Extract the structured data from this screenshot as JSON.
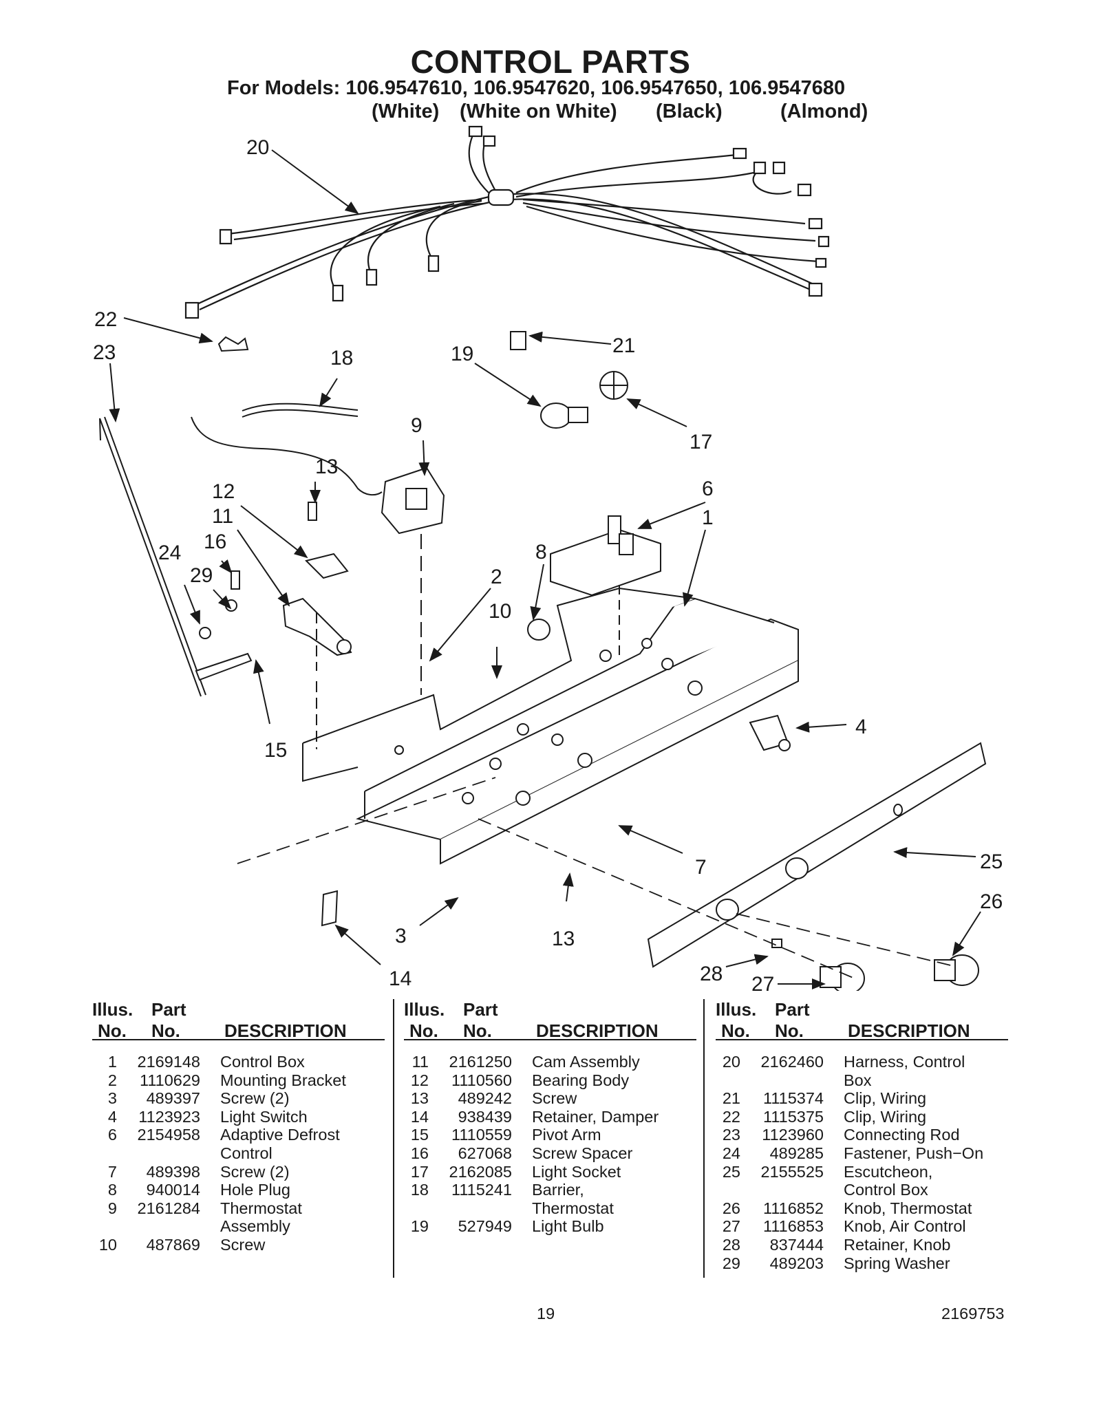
{
  "header": {
    "title": "CONTROL PARTS",
    "models": "For Models: 106.9547610, 106.9547620, 106.9547650, 106.9547680",
    "colors": [
      "(White)",
      "(White on White)",
      "(Black)",
      "(Almond)"
    ]
  },
  "diagram": {
    "callouts": [
      "20",
      "22",
      "23",
      "18",
      "19",
      "21",
      "17",
      "9",
      "13",
      "12",
      "11",
      "16",
      "29",
      "24",
      "6",
      "1",
      "8",
      "2",
      "10",
      "15",
      "4",
      "7",
      "25",
      "26",
      "3",
      "13",
      "14",
      "28",
      "27"
    ]
  },
  "table": {
    "headers": {
      "illus": "Illus.",
      "no": "No.",
      "part": "Part",
      "part_no": "No.",
      "description": "DESCRIPTION"
    },
    "columns": [
      [
        {
          "num": "1",
          "part": "2169148",
          "desc": "Control Box"
        },
        {
          "num": "2",
          "part": "1110629",
          "desc": "Mounting Bracket"
        },
        {
          "num": "3",
          "part": "489397",
          "desc": "Screw (2)"
        },
        {
          "num": "4",
          "part": "1123923",
          "desc": "Light Switch"
        },
        {
          "num": "6",
          "part": "2154958",
          "desc": "Adaptive Defrost Control"
        },
        {
          "num": "7",
          "part": "489398",
          "desc": "Screw (2)"
        },
        {
          "num": "8",
          "part": "940014",
          "desc": "Hole Plug"
        },
        {
          "num": "9",
          "part": "2161284",
          "desc": "Thermostat Assembly"
        },
        {
          "num": "10",
          "part": "487869",
          "desc": "Screw"
        }
      ],
      [
        {
          "num": "11",
          "part": "2161250",
          "desc": "Cam Assembly"
        },
        {
          "num": "12",
          "part": "1110560",
          "desc": "Bearing Body"
        },
        {
          "num": "13",
          "part": "489242",
          "desc": "Screw"
        },
        {
          "num": "14",
          "part": "938439",
          "desc": "Retainer, Damper"
        },
        {
          "num": "15",
          "part": "1110559",
          "desc": "Pivot Arm"
        },
        {
          "num": "16",
          "part": "627068",
          "desc": "Screw Spacer"
        },
        {
          "num": "17",
          "part": "2162085",
          "desc": "Light Socket"
        },
        {
          "num": "18",
          "part": "1115241",
          "desc": "Barrier, Thermostat"
        },
        {
          "num": "19",
          "part": "527949",
          "desc": "Light Bulb"
        }
      ],
      [
        {
          "num": "20",
          "part": "2162460",
          "desc": "Harness, Control Box"
        },
        {
          "num": "21",
          "part": "1115374",
          "desc": "Clip, Wiring"
        },
        {
          "num": "22",
          "part": "1115375",
          "desc": "Clip, Wiring"
        },
        {
          "num": "23",
          "part": "1123960",
          "desc": "Connecting Rod"
        },
        {
          "num": "24",
          "part": "489285",
          "desc": "Fastener, Push−On"
        },
        {
          "num": "25",
          "part": "2155525",
          "desc": "Escutcheon, Control Box"
        },
        {
          "num": "26",
          "part": "1116852",
          "desc": "Knob, Thermostat"
        },
        {
          "num": "27",
          "part": "1116853",
          "desc": "Knob, Air Control"
        },
        {
          "num": "28",
          "part": "837444",
          "desc": "Retainer, Knob"
        },
        {
          "num": "29",
          "part": "489203",
          "desc": "Spring Washer"
        }
      ]
    ]
  },
  "footer": {
    "page_number": "19",
    "document_number": "2169753"
  }
}
